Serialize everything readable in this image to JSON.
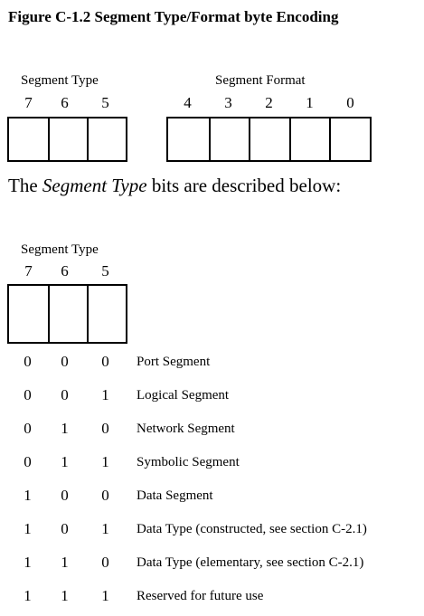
{
  "title": "Figure C-1.2 Segment Type/Format byte Encoding",
  "top_figure": {
    "segment_type_label": "Segment Type",
    "segment_type_bits": [
      "7",
      "6",
      "5"
    ],
    "segment_format_label": "Segment Format",
    "segment_format_bits": [
      "4",
      "3",
      "2",
      "1",
      "0"
    ]
  },
  "intro": {
    "before": "The ",
    "emphasis": "Segment Type",
    "after": " bits are described below:"
  },
  "bottom_figure": {
    "segment_type_label": "Segment Type",
    "segment_type_bits": [
      "7",
      "6",
      "5"
    ]
  },
  "encodings": [
    {
      "bits": [
        "0",
        "0",
        "0"
      ],
      "description": "Port Segment"
    },
    {
      "bits": [
        "0",
        "0",
        "1"
      ],
      "description": "Logical Segment"
    },
    {
      "bits": [
        "0",
        "1",
        "0"
      ],
      "description": "Network Segment"
    },
    {
      "bits": [
        "0",
        "1",
        "1"
      ],
      "description": "Symbolic Segment"
    },
    {
      "bits": [
        "1",
        "0",
        "0"
      ],
      "description": "Data Segment"
    },
    {
      "bits": [
        "1",
        "0",
        "1"
      ],
      "description": "Data Type (constructed, see section C-2.1)"
    },
    {
      "bits": [
        "1",
        "1",
        "0"
      ],
      "description": "Data Type (elementary, see section C-2.1)"
    },
    {
      "bits": [
        "1",
        "1",
        "1"
      ],
      "description": "Reserved for future use"
    }
  ]
}
